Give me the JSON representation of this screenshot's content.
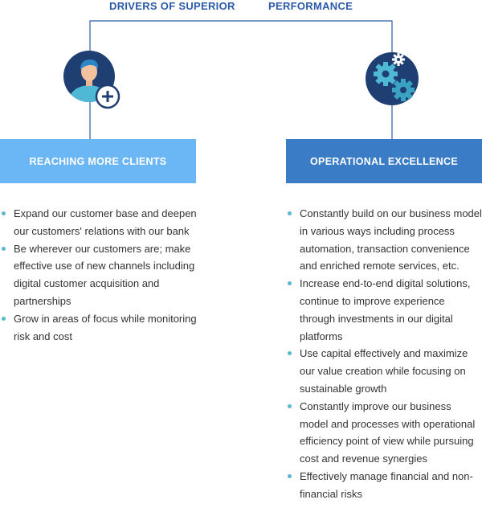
{
  "title": {
    "left": "DRIVERS OF SUPERIOR",
    "right": "PERFORMANCE"
  },
  "colors": {
    "title": "#2b5aa8",
    "left_header": "#6bb6f4",
    "right_header": "#3a7cc6",
    "icon_circle": "#1f3f73",
    "bullet": "#5ab9d0",
    "gear": "#4fb8d4"
  },
  "left": {
    "icon": "person-plus-icon",
    "header": "REACHING MORE CLIENTS",
    "bullets": [
      "Expand our customer base and deepen our customers' relations with our bank",
      "Be wherever our customers are; make effective use of new channels including digital customer acquisition and partnerships",
      "Grow in areas of focus while monitoring risk and cost"
    ]
  },
  "right": {
    "icon": "gears-icon",
    "header": "OPERATIONAL EXCELLENCE",
    "bullets": [
      "Constantly build on our business model in various ways including process automation, transaction convenience and enriched remote services, etc.",
      "Increase end-to-end digital solutions, continue to improve experience through investments in our digital platforms",
      "Use capital effectively and maximize our value creation while focusing on sustainable growth",
      "Constantly improve our business model and processes with operational efficiency point of view while pursuing cost and revenue synergies",
      "Effectively manage financial and non-financial risks"
    ]
  }
}
